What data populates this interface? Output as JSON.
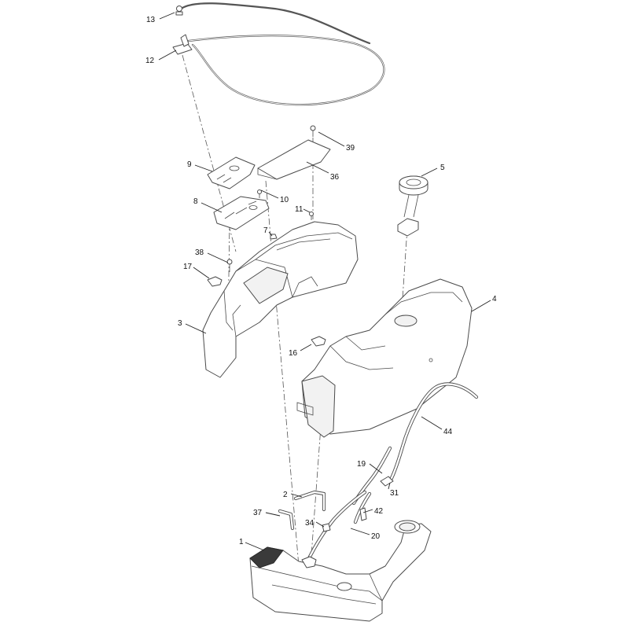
{
  "callouts": {
    "c1": "1",
    "c2": "2",
    "c3": "3",
    "c4": "4",
    "c5": "5",
    "c7": "7",
    "c8": "8",
    "c9": "9",
    "c10": "10",
    "c11": "11",
    "c12": "12",
    "c13": "13",
    "c16": "16",
    "c17": "17",
    "c19": "19",
    "c20": "20",
    "c31": "31",
    "c34": "34",
    "c36": "36",
    "c37": "37",
    "c38": "38",
    "c39": "39",
    "c42": "42",
    "c44": "44"
  }
}
